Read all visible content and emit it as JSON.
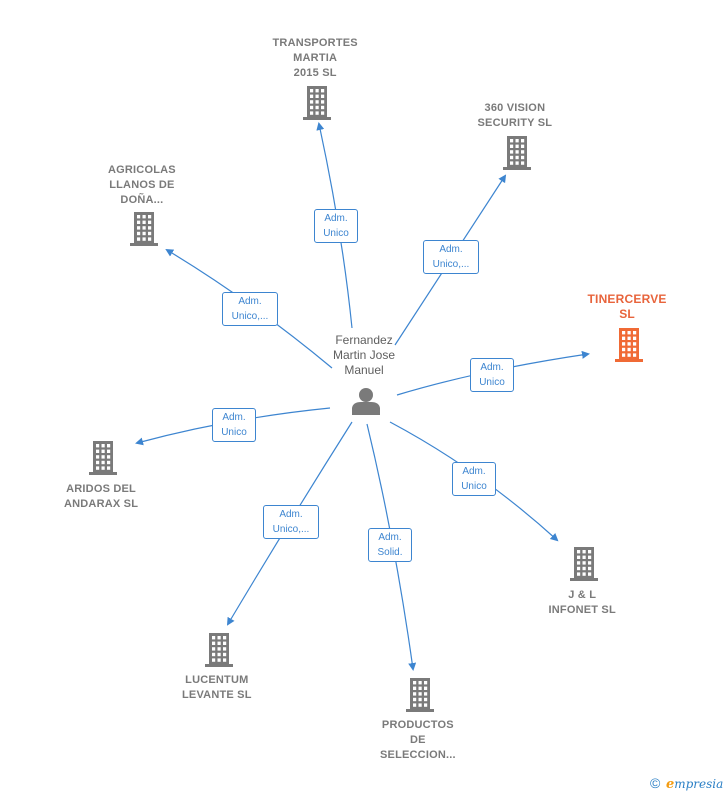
{
  "colors": {
    "edge": "#3d85d0",
    "building": "#7a7a7a",
    "building_highlight": "#f06a35",
    "person": "#7a7a7a"
  },
  "center": {
    "label_lines": [
      "Fernandez",
      "Martin Jose",
      "Manuel"
    ],
    "icon": "person-icon"
  },
  "nodes": [
    {
      "id": "transportes",
      "label_lines": [
        "TRANSPORTES",
        "MARTIA",
        "2015  SL"
      ],
      "icon": "building-icon",
      "highlight": false
    },
    {
      "id": "vision",
      "label_lines": [
        "360 VISION",
        "SECURITY  SL"
      ],
      "icon": "building-icon",
      "highlight": false
    },
    {
      "id": "agricolas",
      "label_lines": [
        "AGRICOLAS",
        "LLANOS DE",
        "DOÑA..."
      ],
      "icon": "building-icon",
      "highlight": false
    },
    {
      "id": "tinercerve",
      "label_lines": [
        "TINERCERVE",
        "SL"
      ],
      "icon": "building-icon",
      "highlight": true
    },
    {
      "id": "aridos",
      "label_lines": [
        "ARIDOS DEL",
        "ANDARAX SL"
      ],
      "icon": "building-icon",
      "highlight": false
    },
    {
      "id": "jl",
      "label_lines": [
        "J & L",
        "INFONET  SL"
      ],
      "icon": "building-icon",
      "highlight": false
    },
    {
      "id": "lucentum",
      "label_lines": [
        "LUCENTUM",
        "LEVANTE  SL"
      ],
      "icon": "building-icon",
      "highlight": false
    },
    {
      "id": "productos",
      "label_lines": [
        "PRODUCTOS",
        "DE",
        "SELECCION..."
      ],
      "icon": "building-icon",
      "highlight": false
    }
  ],
  "edges": [
    {
      "to": "transportes",
      "label_lines": [
        "Adm.",
        "Unico"
      ]
    },
    {
      "to": "vision",
      "label_lines": [
        "Adm.",
        "Unico,..."
      ]
    },
    {
      "to": "agricolas",
      "label_lines": [
        "Adm.",
        "Unico,..."
      ]
    },
    {
      "to": "tinercerve",
      "label_lines": [
        "Adm.",
        "Unico"
      ]
    },
    {
      "to": "aridos",
      "label_lines": [
        "Adm.",
        "Unico"
      ]
    },
    {
      "to": "jl",
      "label_lines": [
        "Adm.",
        "Unico"
      ]
    },
    {
      "to": "lucentum",
      "label_lines": [
        "Adm.",
        "Unico,..."
      ]
    },
    {
      "to": "productos",
      "label_lines": [
        "Adm.",
        "Solid."
      ]
    }
  ],
  "footer": {
    "copyright": "©",
    "brand_initial": "e",
    "brand_rest": "mpresia"
  }
}
